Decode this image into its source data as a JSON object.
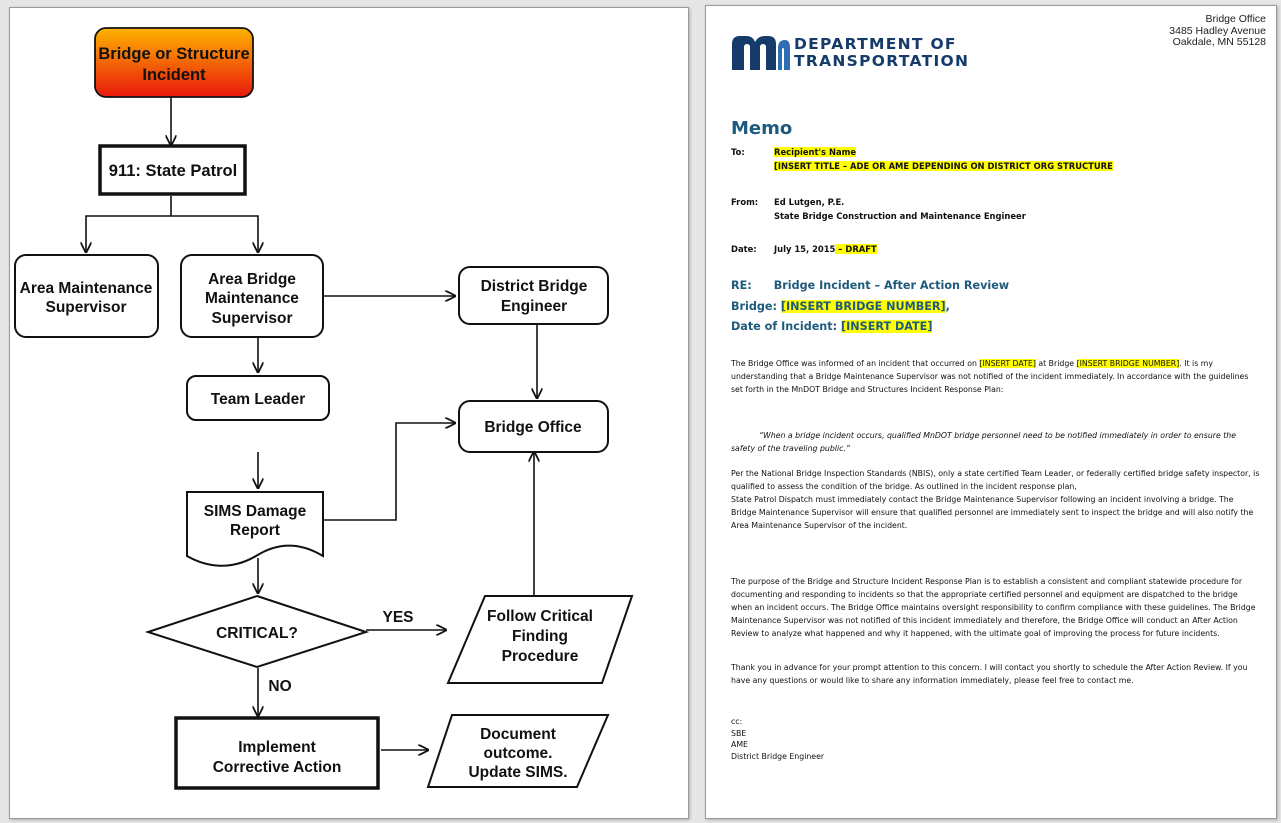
{
  "flowchart": {
    "start": [
      "Bridge or Structure",
      "Incident"
    ],
    "state_patrol": "911: State Patrol",
    "area_maintenance": [
      "Area Maintenance",
      "Supervisor"
    ],
    "area_bridge_maintenance": [
      "Area Bridge",
      "Maintenance",
      "Supervisor"
    ],
    "district_bridge_engineer": [
      "District Bridge",
      "Engineer"
    ],
    "team_leader": "Team Leader",
    "bridge_office": "Bridge Office",
    "sims_report": [
      "SIMS Damage",
      "Report"
    ],
    "critical": "CRITICAL?",
    "yes": "YES",
    "no": "NO",
    "follow_critical": [
      "Follow Critical",
      "Finding",
      "Procedure"
    ],
    "corrective_action": [
      "Implement",
      "Corrective Action"
    ],
    "document_outcome": [
      "Document",
      "outcome.",
      "Update SIMS."
    ],
    "colors": {
      "start_top": "#ffb300",
      "start_bottom": "#e8180c"
    }
  },
  "memo": {
    "address": [
      "Bridge Office",
      "3485 Hadley Avenue",
      "Oakdale, MN 55128"
    ],
    "logo_text": [
      "DEPARTMENT OF",
      "TRANSPORTATION"
    ],
    "logo_colors": {
      "navy": "#153b6b",
      "blue": "#2f6db5"
    },
    "title": "Memo",
    "to_label": "To:",
    "to_name": "Recipient's Name",
    "to_title": "[INSERT TITLE – ADE OR AME DEPENDING ON DISTRICT ORG STRUCTURE",
    "from_label": "From:",
    "from_name": "Ed Lutgen, P.E.",
    "from_title": "State Bridge Construction and Maintenance Engineer",
    "date_label": "Date:",
    "date_value": "July 15, 2015",
    "date_draft": " – DRAFT",
    "re_label": "RE:",
    "re_subject": "Bridge Incident – After Action Review",
    "bridge_label": "Bridge: ",
    "bridge_value": "[INSERT BRIDGE NUMBER]",
    "bridge_comma": ",",
    "incident_label": "Date of Incident: ",
    "incident_value": "[INSERT DATE]",
    "p1_a": "The Bridge Office was informed of an incident that occurred on ",
    "p1_date": "[INSERT DATE]",
    "p1_b": " at Bridge ",
    "p1_bridge": "[INSERT BRIDGE NUMBER]",
    "p1_c": ". It is my understanding that a Bridge Maintenance Supervisor was not notified of the incident immediately.  In accordance with the guidelines set forth in the MnDOT Bridge and Structures Incident Response Plan:",
    "quote": "“When a bridge incident occurs, qualified MnDOT bridge personnel need to be notified immediately in order to ensure the safety of the traveling public.”",
    "p2a": "Per the National Bridge Inspection Standards (NBIS), only a state certified Team Leader, or federally certified bridge safety inspector, is qualified to assess the condition of the bridge.  As outlined in the incident response plan,",
    "p2b": "State Patrol Dispatch must immediately contact the Bridge Maintenance Supervisor following an incident involving a bridge. The Bridge Maintenance Supervisor will ensure that qualified personnel are immediately sent to inspect the bridge and will also notify the Area Maintenance Supervisor of the incident.",
    "p3": "The purpose of the Bridge and Structure Incident Response Plan is to establish a consistent and compliant statewide procedure for documenting and responding to incidents so that the appropriate certified personnel and equipment are dispatched to the bridge when an incident occurs.  The Bridge Office maintains oversight responsibility to confirm compliance with these guidelines.  The Bridge Maintenance Supervisor was not notified of this incident immediately and therefore, the Bridge Office will conduct an After Action Review to analyze what happened and why it happened, with the ultimate goal of improving the process for future incidents.",
    "p4": "Thank you in advance for your prompt attention to this concern.  I will contact you shortly to schedule the After Action Review.  If you have any questions or would like to share any information immediately, please feel free to contact me.",
    "cc_label": "cc:",
    "cc_list": [
      "SBE",
      "AME",
      "District Bridge Engineer"
    ]
  }
}
